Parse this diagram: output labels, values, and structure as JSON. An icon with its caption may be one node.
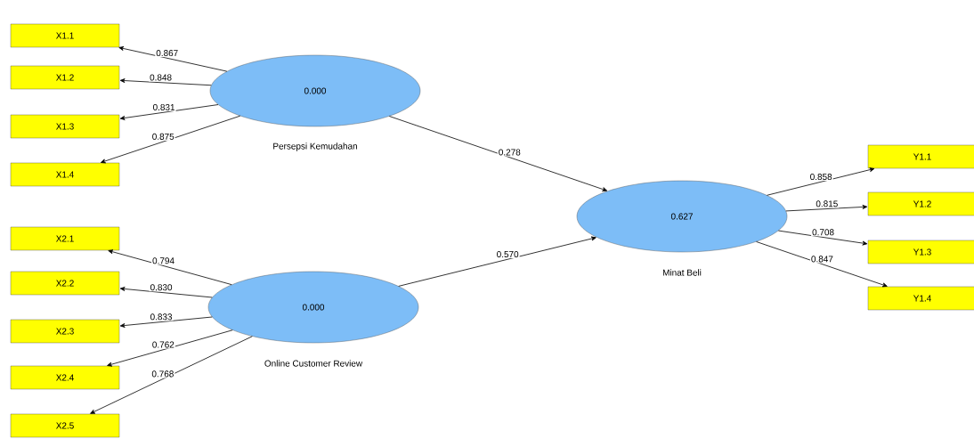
{
  "diagram": {
    "nodes": [
      {
        "text": [
          "X1.1"
        ]
      },
      {
        "text": [
          "X1.2"
        ]
      },
      {
        "text": [
          "X1.3"
        ]
      },
      {
        "text": [
          "X1.4"
        ]
      },
      {
        "text": [
          "0.000"
        ],
        "beside": [
          "Persepsi Kemudahan"
        ]
      },
      {
        "text": [
          "X2.1"
        ]
      },
      {
        "text": [
          "X2.2"
        ]
      },
      {
        "text": [
          "X2.3"
        ]
      },
      {
        "text": [
          "X2.4"
        ]
      },
      {
        "text": [
          "X2.5"
        ]
      },
      {
        "text": [
          "0.000"
        ],
        "beside": [
          "Online Customer Review"
        ]
      },
      {
        "text": [
          "0.627"
        ],
        "beside": [
          "Minat Beli"
        ]
      },
      {
        "text": [
          "Y1.1"
        ]
      },
      {
        "text": [
          "Y1.2"
        ]
      },
      {
        "text": [
          "Y1.3"
        ]
      },
      {
        "text": [
          "Y1.4"
        ]
      }
    ],
    "edges": [
      {
        "from": 4,
        "to": 0,
        "arrow": "to",
        "label": "0.867"
      },
      {
        "from": 4,
        "to": 1,
        "arrow": "to",
        "label": "0.848"
      },
      {
        "from": 4,
        "to": 2,
        "arrow": "to",
        "label": "0.831"
      },
      {
        "from": 4,
        "to": 3,
        "arrow": "to",
        "label": "0.875"
      },
      {
        "from": 4,
        "to": 11,
        "arrow": "to",
        "label": "0.278"
      },
      {
        "from": 10,
        "to": 5,
        "arrow": "to",
        "label": "0.794"
      },
      {
        "from": 10,
        "to": 6,
        "arrow": "to",
        "label": "0.830"
      },
      {
        "from": 10,
        "to": 7,
        "arrow": "to",
        "label": "0.833"
      },
      {
        "from": 10,
        "to": 8,
        "arrow": "to",
        "label": "0.762"
      },
      {
        "from": 10,
        "to": 9,
        "arrow": "to",
        "label": "0.768"
      },
      {
        "from": 10,
        "to": 11,
        "arrow": "to",
        "label": "0.570"
      },
      {
        "from": 11,
        "to": 12,
        "arrow": "to",
        "label": "0.858"
      },
      {
        "from": 11,
        "to": 13,
        "arrow": "to",
        "label": "0.815"
      },
      {
        "from": 11,
        "to": 14,
        "arrow": "to",
        "label": "0.708"
      },
      {
        "from": 11,
        "to": 15,
        "arrow": "to",
        "label": "0.847"
      }
    ]
  }
}
